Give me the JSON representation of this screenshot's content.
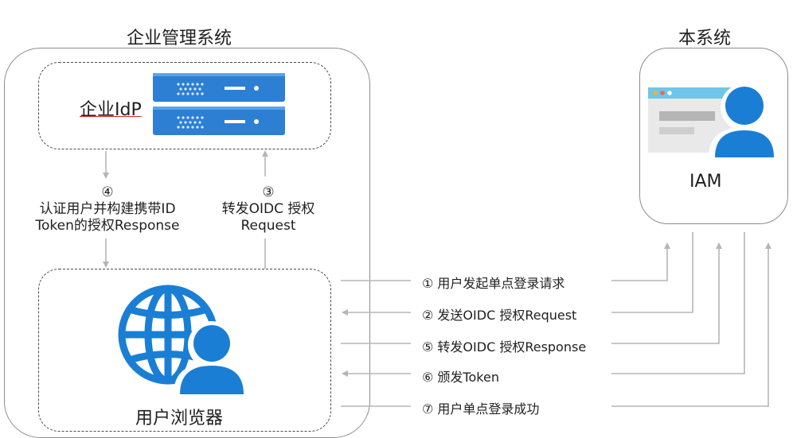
{
  "enterprise": {
    "title": "企业管理系统",
    "idp_label": "企业IdP",
    "browser_label": "用户浏览器"
  },
  "this_system": {
    "title": "本系统",
    "iam_label": "IAM"
  },
  "vertical_flows": {
    "step4": {
      "num": "④",
      "line1": "认证用户并构建携带ID",
      "line2": "Token的授权Response"
    },
    "step3": {
      "num": "③",
      "line1": "转发OIDC 授权",
      "line2": "Request"
    }
  },
  "steps": [
    {
      "label": "① 用户发起单点登录请求"
    },
    {
      "label": "② 发送OIDC 授权Request"
    },
    {
      "label": "⑤ 转发OIDC 授权Response"
    },
    {
      "label": "⑥ 颁发Token"
    },
    {
      "label": "⑦ 用户单点登录成功"
    }
  ],
  "colors": {
    "server_blue": "#2d7fd3",
    "icon_blue": "#1a7fd4",
    "line_gray": "#b5b5b5",
    "border_gray": "#8c8c8c"
  }
}
